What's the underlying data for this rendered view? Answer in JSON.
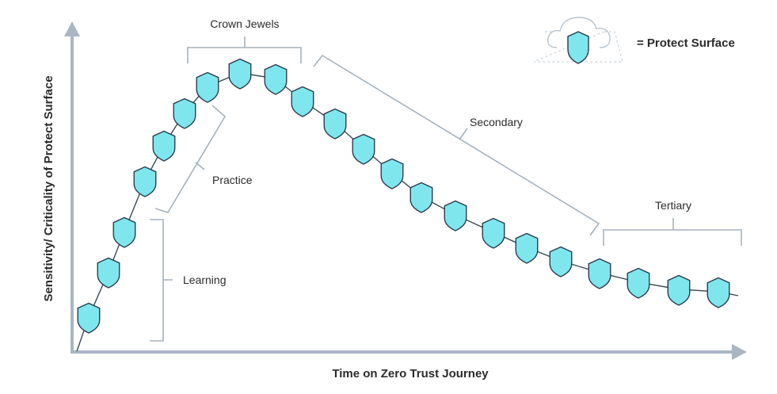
{
  "axes": {
    "y_label": "Sensitivity/ Criticality of Protect Surface",
    "x_label": "Time on Zero Trust Journey"
  },
  "legend": {
    "text": "= Protect Surface",
    "icon": "cloud-shield-icon"
  },
  "phases": {
    "learning": "Learning",
    "practice": "Practice",
    "crown_jewels": "Crown Jewels",
    "secondary": "Secondary",
    "tertiary": "Tertiary"
  },
  "colors": {
    "shield_fill": "#7fe6ee",
    "shield_stroke": "#2a3b4c",
    "bracket": "#a6b2bd",
    "axis": "#a9b6c3",
    "connector": "#3a4a55",
    "text": "#2b2b2b"
  },
  "journey": {
    "shield_count": 23,
    "icon": "shield-icon"
  }
}
